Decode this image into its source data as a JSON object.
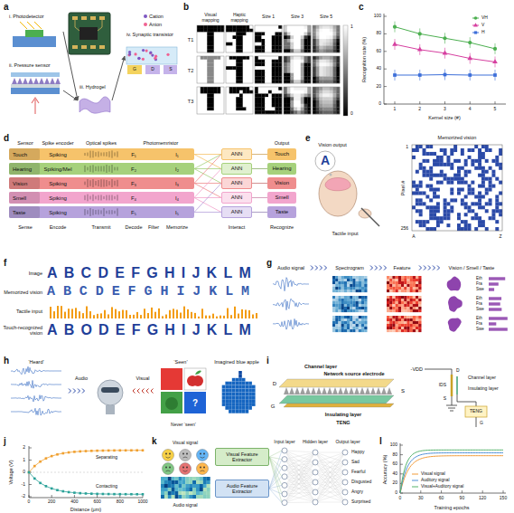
{
  "diagram": {
    "nodes": [
      {
        "text": [
          "i. Photodetector"
        ]
      },
      {
        "text": [
          "ii. Pressure sensor"
        ]
      },
      {
        "text": [
          "iii. Hydrogel"
        ]
      },
      {
        "text": [
          "iv. Synaptic transistor"
        ]
      },
      {
        "text": [
          "Touch",
          "Spiking",
          "F₁",
          "I₁"
        ]
      },
      {
        "text": [
          "Hearing",
          "Spiking/Mel",
          "F₂",
          "I₂"
        ]
      },
      {
        "text": [
          "Vision",
          "Spiking",
          "F₃",
          "I₃"
        ]
      },
      {
        "text": [
          "Smell",
          "Spiking",
          "F₄",
          "I₄"
        ]
      },
      {
        "text": [
          "Taste",
          "Spiking",
          "F₅",
          "I₅"
        ]
      },
      {
        "text": [
          "ANN"
        ]
      },
      {
        "text": [
          "ANN"
        ]
      },
      {
        "text": [
          "ANN"
        ]
      },
      {
        "text": [
          "ANN"
        ]
      },
      {
        "text": [
          "ANN"
        ]
      },
      {
        "text": [
          "Touch"
        ]
      },
      {
        "text": [
          "Hearing"
        ]
      },
      {
        "text": [
          "Vision"
        ]
      },
      {
        "text": [
          "Smell"
        ]
      },
      {
        "text": [
          "Taste"
        ]
      },
      {
        "text": [
          "Visual Feature Extractor"
        ]
      },
      {
        "text": [
          "Audio Feature Extractor"
        ]
      }
    ],
    "edges": [
      {
        "from": 0,
        "to": 2,
        "arrow": "to"
      },
      {
        "from": 1,
        "to": 2,
        "arrow": "to"
      },
      {
        "from": 2,
        "to": 3,
        "arrow": "to"
      },
      {
        "from": 4,
        "to": 9,
        "arrow": "none"
      },
      {
        "from": 4,
        "to": 10,
        "arrow": "none"
      },
      {
        "from": 5,
        "to": 9,
        "arrow": "none"
      },
      {
        "from": 5,
        "to": 10,
        "arrow": "none"
      },
      {
        "from": 5,
        "to": 11,
        "arrow": "none"
      },
      {
        "from": 6,
        "to": 11,
        "arrow": "none"
      },
      {
        "from": 6,
        "to": 9,
        "arrow": "none"
      },
      {
        "from": 6,
        "to": 12,
        "arrow": "none"
      },
      {
        "from": 7,
        "to": 12,
        "arrow": "none"
      },
      {
        "from": 7,
        "to": 13,
        "arrow": "none"
      },
      {
        "from": 7,
        "to": 10,
        "arrow": "none"
      },
      {
        "from": 8,
        "to": 13,
        "arrow": "none"
      },
      {
        "from": 8,
        "to": 11,
        "arrow": "none"
      },
      {
        "from": 9,
        "to": 14,
        "arrow": "none"
      },
      {
        "from": 10,
        "to": 15,
        "arrow": "none"
      },
      {
        "from": 11,
        "to": 16,
        "arrow": "none"
      },
      {
        "from": 12,
        "to": 17,
        "arrow": "none"
      },
      {
        "from": 13,
        "to": 18,
        "arrow": "none"
      }
    ],
    "labels": [
      "a",
      "b",
      "c",
      "d",
      "e",
      "f",
      "g",
      "h",
      "i",
      "j",
      "k",
      "l",
      "Cation",
      "Anion",
      "G",
      "D",
      "S",
      "Visual mapping",
      "Haptic mapping",
      "Size 1",
      "Size 3",
      "Size 5",
      "T1",
      "T2",
      "T3",
      "1",
      "0",
      "Recognition rate (%)",
      "0",
      "20",
      "40",
      "60",
      "80",
      "100",
      "1",
      "2",
      "3",
      "4",
      "5",
      "Kernel size (#)",
      "Sensor",
      "Spike encoder",
      "Optical spikes",
      "Photomemristor",
      "Output",
      "Sense",
      "Encode",
      "Transmit",
      "Decode",
      "Filter",
      "Memorize",
      "Interact",
      "Recognize",
      "Vision output",
      "A",
      "Tactile input",
      "Memorized vision",
      "Pixel #",
      "1",
      "256",
      "A",
      "Z",
      "Image",
      "ABCDEFGHIJKLM",
      "Memorized vision",
      "ABCDEFGHIJKLM",
      "Tactile input",
      "Touch-recognized vision",
      "ABODEFGHIJKLM",
      "Audio signal",
      "Spectrogram",
      "Feature",
      "Vision / Smell / Taste",
      "Eth",
      "Fra",
      "Swe",
      "Eth",
      "Fra",
      "Swe",
      "Eth",
      "Fra",
      "Swe",
      "‘Heard’",
      "Audio",
      "Visual",
      "‘Seen’",
      "?",
      "Never ‘seen’",
      "Imagined blue apple",
      "Channel layer",
      "Network source electrode",
      "D",
      "S",
      "G",
      "Insulating layer",
      "TENG",
      "-VDD",
      "D",
      "IDS",
      "S",
      "Channel layer",
      "Insulating layer",
      "TENG",
      "G",
      "Voltage (V)",
      "2",
      "1",
      "0",
      "-1",
      "-2",
      "0",
      "200",
      "400",
      "600",
      "800",
      "1000",
      "Distance (μm)",
      "Separating",
      "Contacting",
      "Visual signal",
      "Audio signal",
      "Input layer",
      "Hidden layer",
      "Output layer",
      "Happy",
      "Sad",
      "Fearful",
      "Disgusted",
      "Angry",
      "Surprised",
      "Accuracy (%)",
      "0",
      "20",
      "40",
      "60",
      "80",
      "100",
      "0",
      "30",
      "60",
      "90",
      "120",
      "150",
      "Training epochs"
    ],
    "legend": [
      {
        "text": "VH"
      },
      {
        "text": "V"
      },
      {
        "text": "H"
      },
      {
        "text": "Visual signal"
      },
      {
        "text": "Auditory signal"
      },
      {
        "text": "Visual+Auditory signal"
      }
    ]
  }
}
